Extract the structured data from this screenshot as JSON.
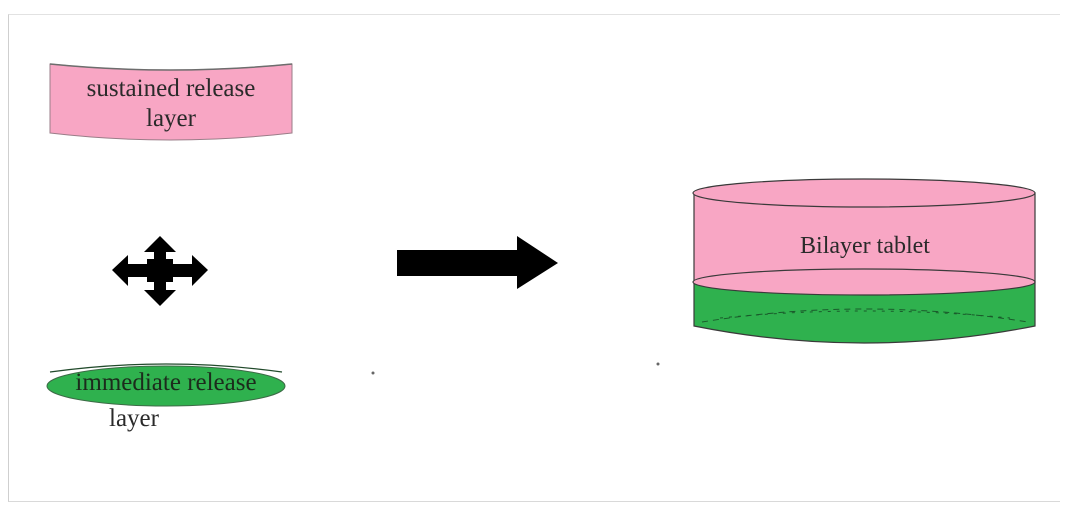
{
  "colors": {
    "sustained_layer": "#f8a6c4",
    "immediate_layer": "#2fb14e",
    "outline": "#3a3a3a",
    "arrow": "#000000"
  },
  "labels": {
    "sustained_line1": "sustained release",
    "sustained_line2": "layer",
    "immediate_line1": "immediate release",
    "immediate_line2": "layer",
    "bilayer": "Bilayer tablet"
  },
  "icons": {
    "move": "four-way-move-arrows",
    "process": "right-arrow"
  }
}
